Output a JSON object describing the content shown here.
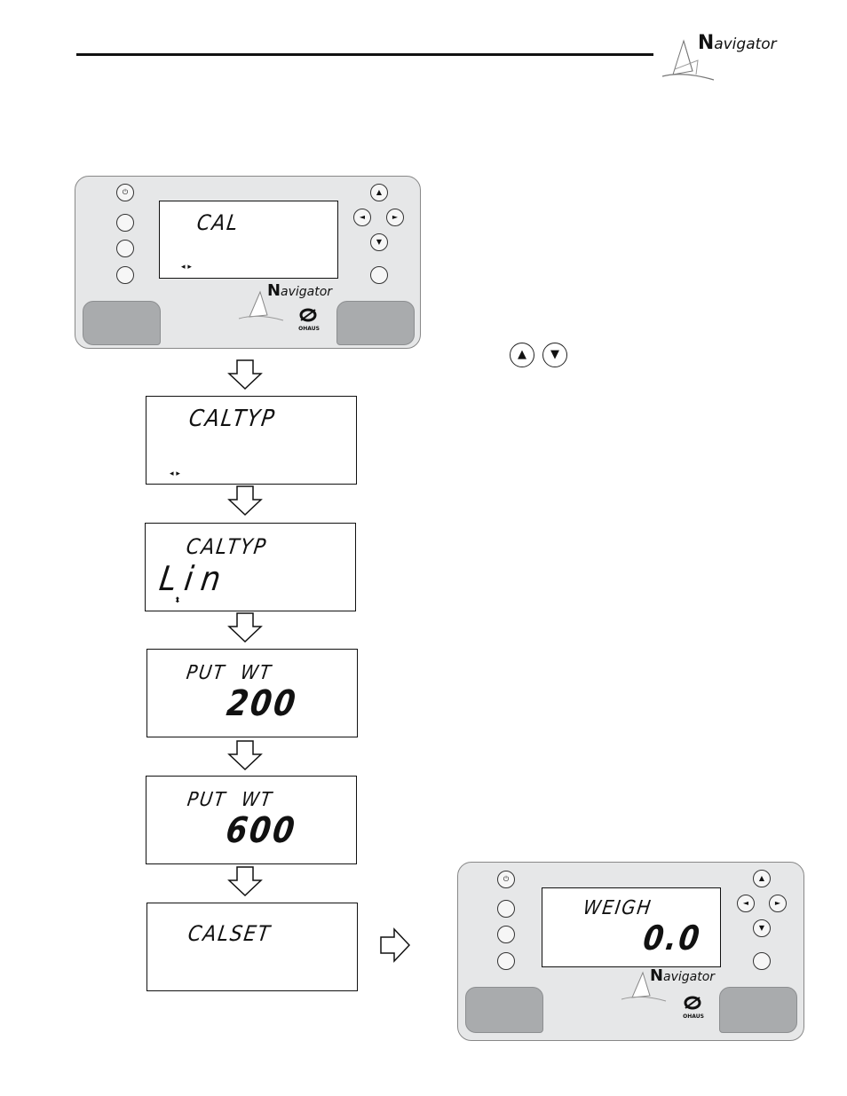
{
  "header": {
    "brand_initial": "N",
    "brand_rest": "avigator"
  },
  "top_panel": {
    "display": {
      "line1": "CAL",
      "nav_hint": "◂ ▸"
    },
    "brand_initial": "N",
    "brand_rest": "avigator",
    "logo": "OHAUS"
  },
  "flow": {
    "step1": {
      "line1": "CALTYP",
      "nav_hint": "◂ ▸"
    },
    "step2": {
      "line1": "CALTYP",
      "line2": "Lin",
      "nav_hint": "⬍"
    },
    "step3": {
      "line1": "PUT WT",
      "value": "200"
    },
    "step4": {
      "line1": "PUT WT",
      "value": "600"
    },
    "step5": {
      "line1": "CALSET"
    }
  },
  "bottom_panel": {
    "display": {
      "line1": "WEIGH",
      "value": "0.0"
    },
    "brand_initial": "N",
    "brand_rest": "avigator",
    "logo": "OHAUS"
  },
  "keys": {
    "up": "▲",
    "down": "▼"
  },
  "icons": [
    "power-icon",
    "arrow-up-icon",
    "arrow-down-icon",
    "arrow-left-icon",
    "arrow-right-icon",
    "sailboat-icon",
    "flow-arrow-icon"
  ],
  "colors": {
    "panel": "#e6e7e8",
    "pad": "#a9abad",
    "ink": "#111111"
  }
}
